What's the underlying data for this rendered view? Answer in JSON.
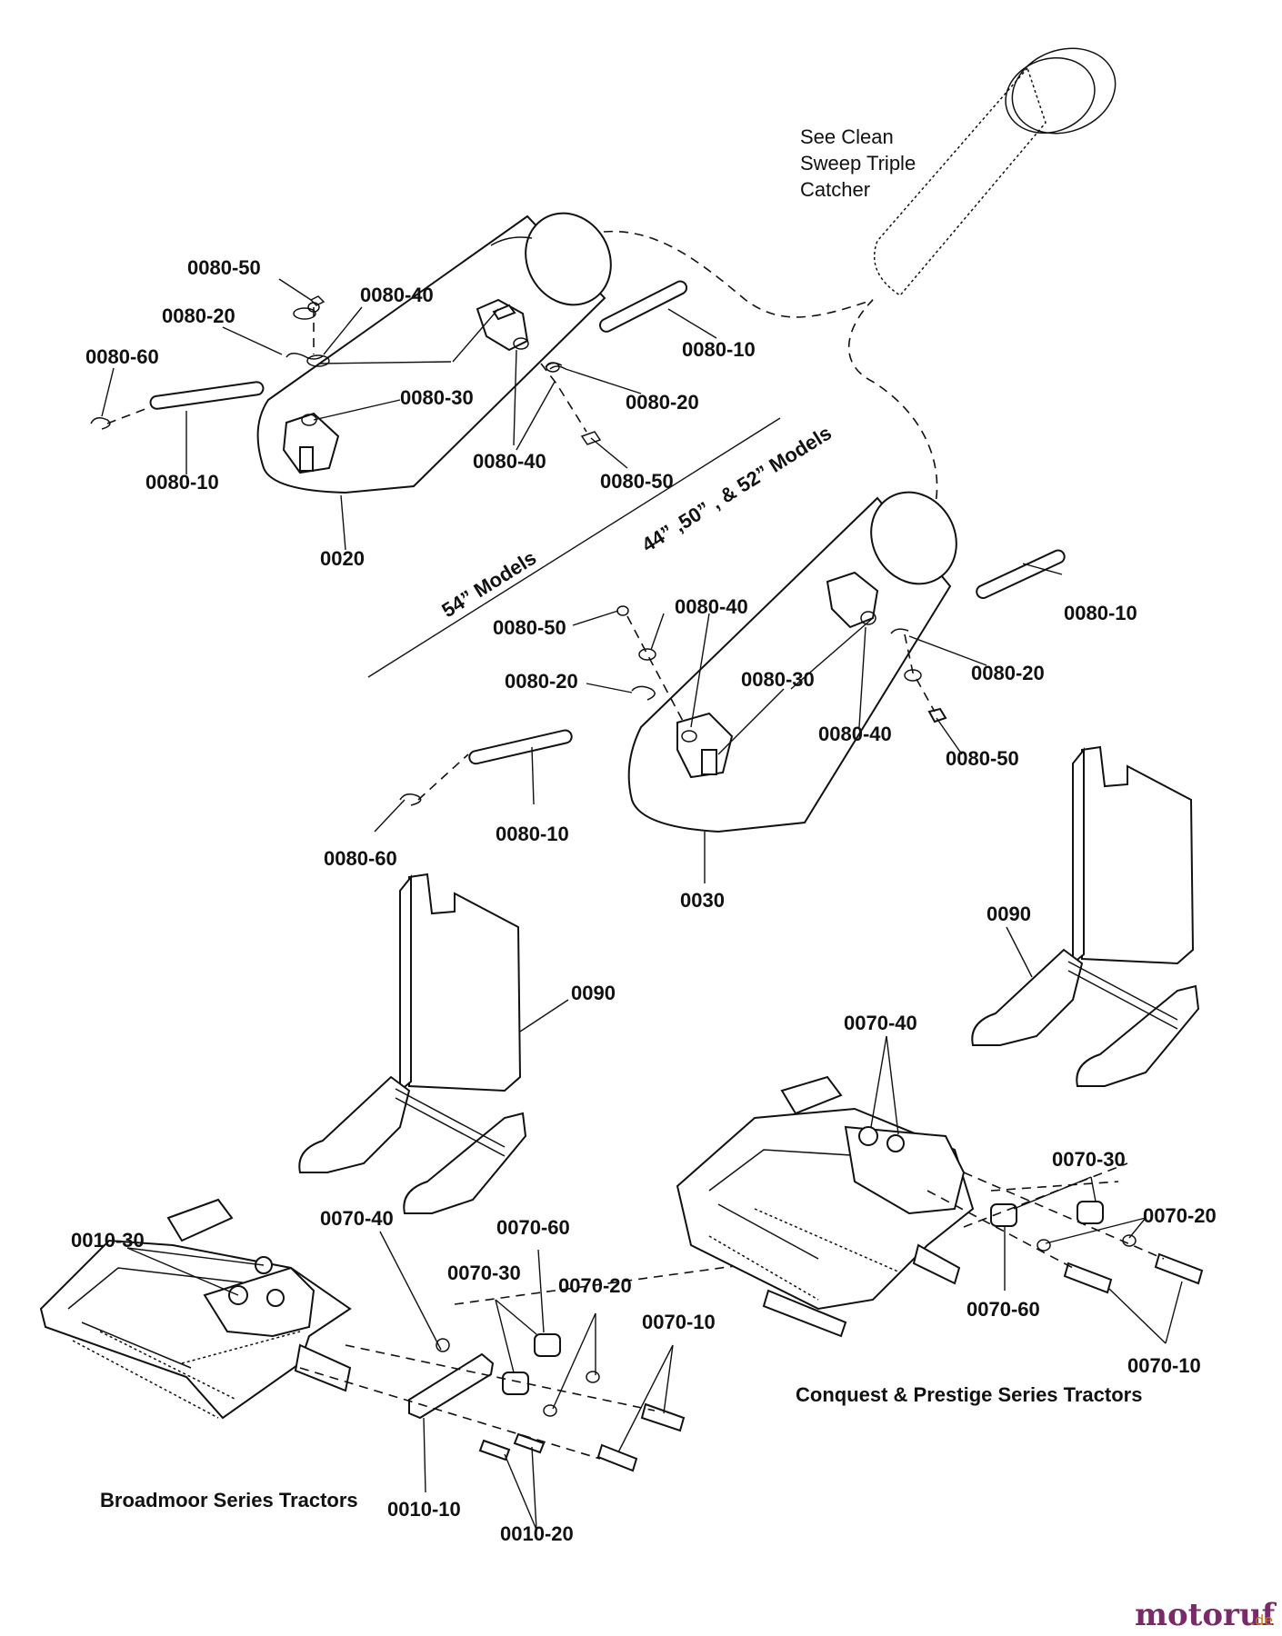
{
  "notes": {
    "catcher_line1": "See Clean",
    "catcher_line2": "Sweep Triple",
    "catcher_line3": "Catcher",
    "models_54": "54” Models",
    "models_44_50_52": "44” ,50” , & 52” Models"
  },
  "series": {
    "broadmoor": "Broadmoor Series Tractors",
    "conquest": "Conquest & Prestige Series Tractors"
  },
  "callouts": {
    "a_0080_50": "0080-50",
    "a_0080_40": "0080-40",
    "a_0080_20": "0080-20",
    "a_0080_60": "0080-60",
    "a_0080_30": "0080-30",
    "a_0080_10_left": "0080-10",
    "a_0080_10_right": "0080-10",
    "a_0080_20_right": "0080-20",
    "a_0080_40_low": "0080-40",
    "a_0080_50_low": "0080-50",
    "a_0020": "0020",
    "b_0080_40": "0080-40",
    "b_0080_50": "0080-50",
    "b_0080_20": "0080-20",
    "b_0080_30": "0080-30",
    "b_0080_10_right": "0080-10",
    "b_0080_20_right": "0080-20",
    "b_0080_40_low": "0080-40",
    "b_0080_50_low": "0080-50",
    "b_0080_10_left": "0080-10",
    "b_0080_60": "0080-60",
    "b_0030": "0030",
    "c_0090": "0090",
    "c_0070_40": "0070-40",
    "c_0070_60": "0070-60",
    "c_0070_30": "0070-30",
    "c_0070_20": "0070-20",
    "c_0070_10": "0070-10",
    "c_0010_30": "0010-30",
    "c_0010_10": "0010-10",
    "c_0010_20": "0010-20",
    "d_0090": "0090",
    "d_0070_40": "0070-40",
    "d_0070_30": "0070-30",
    "d_0070_20": "0070-20",
    "d_0070_60": "0070-60",
    "d_0070_10": "0070-10"
  },
  "watermark": {
    "brand": "motoruf",
    "tld": ".de"
  }
}
